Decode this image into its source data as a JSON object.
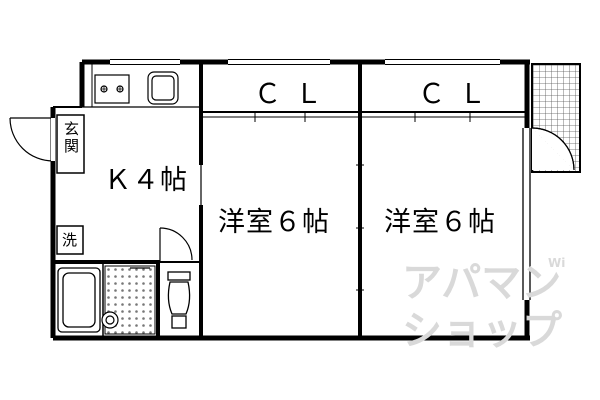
{
  "floorplan": {
    "rooms": {
      "kitchen": "Ｋ４帖",
      "western_left": "洋室６帖",
      "western_right": "洋室６帖",
      "closet_left": "ＣＬ",
      "closet_right": "ＣＬ"
    },
    "fixtures": {
      "entrance": [
        "玄",
        "関"
      ],
      "washer": "洗"
    }
  },
  "watermark": {
    "line1": "アパマン",
    "line2": "ショップ",
    "small": "Wi"
  }
}
